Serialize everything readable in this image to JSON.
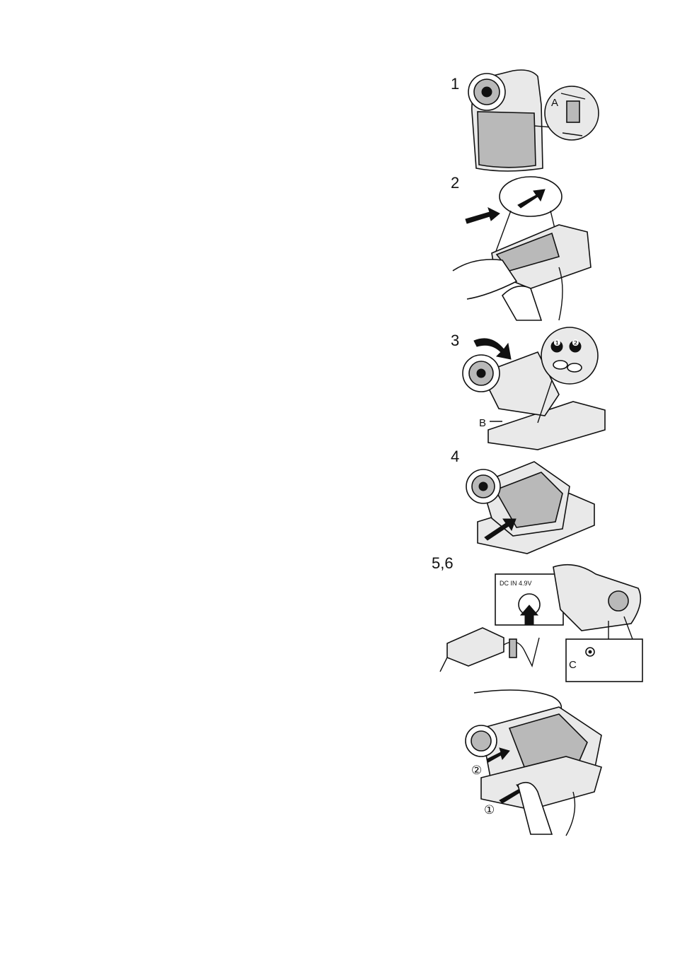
{
  "steps": [
    {
      "number": "1",
      "callouts": [
        "A"
      ]
    },
    {
      "number": "2",
      "callouts": []
    },
    {
      "number": "3",
      "callouts": [
        "B",
        "❶",
        "❷"
      ]
    },
    {
      "number": "4",
      "callouts": []
    },
    {
      "number": "5,6",
      "callouts": [
        "C"
      ],
      "jack_label": "DC IN 4.9V"
    },
    {
      "number": "",
      "callouts": [
        "①",
        "②"
      ]
    }
  ]
}
